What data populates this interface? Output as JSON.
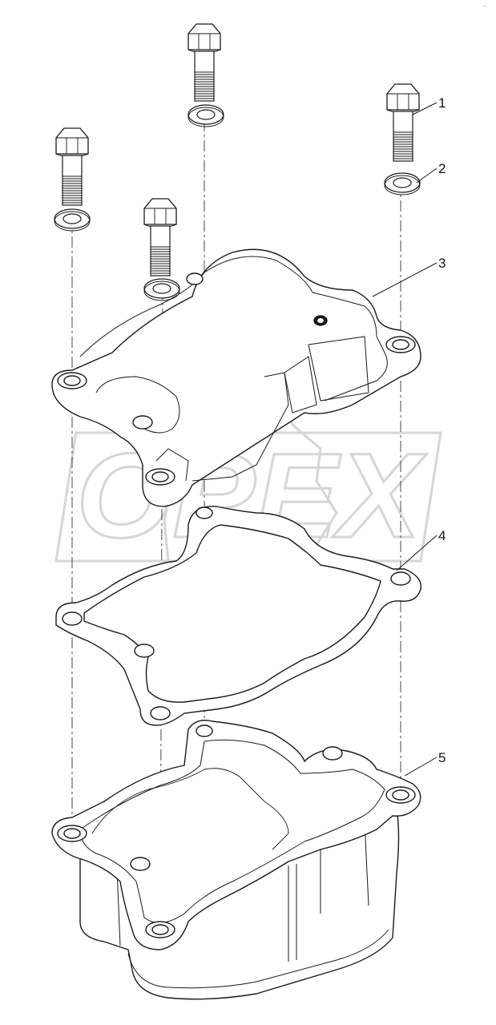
{
  "watermark": {
    "text": "OPEX",
    "color": "#d6d6d6"
  },
  "corner_mark": "..",
  "callouts": [
    {
      "label": "1",
      "part": "bolt"
    },
    {
      "label": "2",
      "part": "washer"
    },
    {
      "label": "3",
      "part": "cover"
    },
    {
      "label": "4",
      "part": "gasket"
    },
    {
      "label": "5",
      "part": "housing"
    }
  ],
  "colors": {
    "line": "#1a1a1a",
    "centerline": "#333333",
    "watermark": "#d6d6d6"
  }
}
